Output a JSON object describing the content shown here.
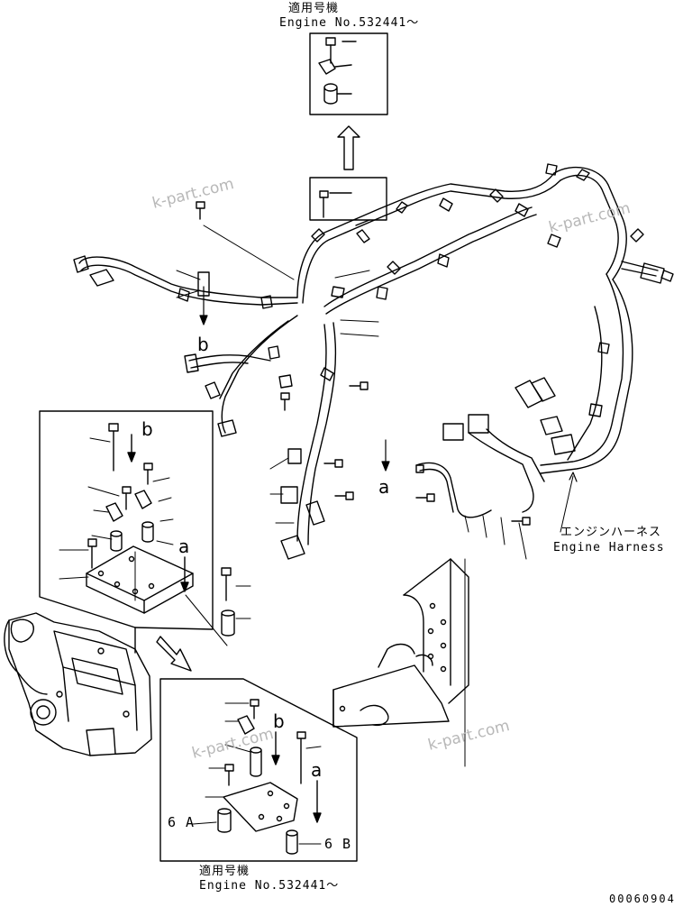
{
  "top_note": {
    "jp": "適用号機",
    "en": "Engine No.532441～"
  },
  "bottom_note": {
    "jp": "適用号機",
    "en": "Engine No.532441～"
  },
  "harness_label": {
    "jp": "エンジンハーネス",
    "en": "Engine Harness"
  },
  "markers": {
    "b_left": "b",
    "a_mid": "a",
    "b_box": "b",
    "a_box": "a",
    "b_bottom": "b",
    "a_bottom": "a"
  },
  "part_refs": {
    "six_a": "6 A",
    "six_b": "6 B"
  },
  "drawing_number": "00060904",
  "watermark": "k-part.com",
  "colors": {
    "line": "#000000",
    "watermark": "#b8b8b8",
    "background": "#ffffff"
  }
}
